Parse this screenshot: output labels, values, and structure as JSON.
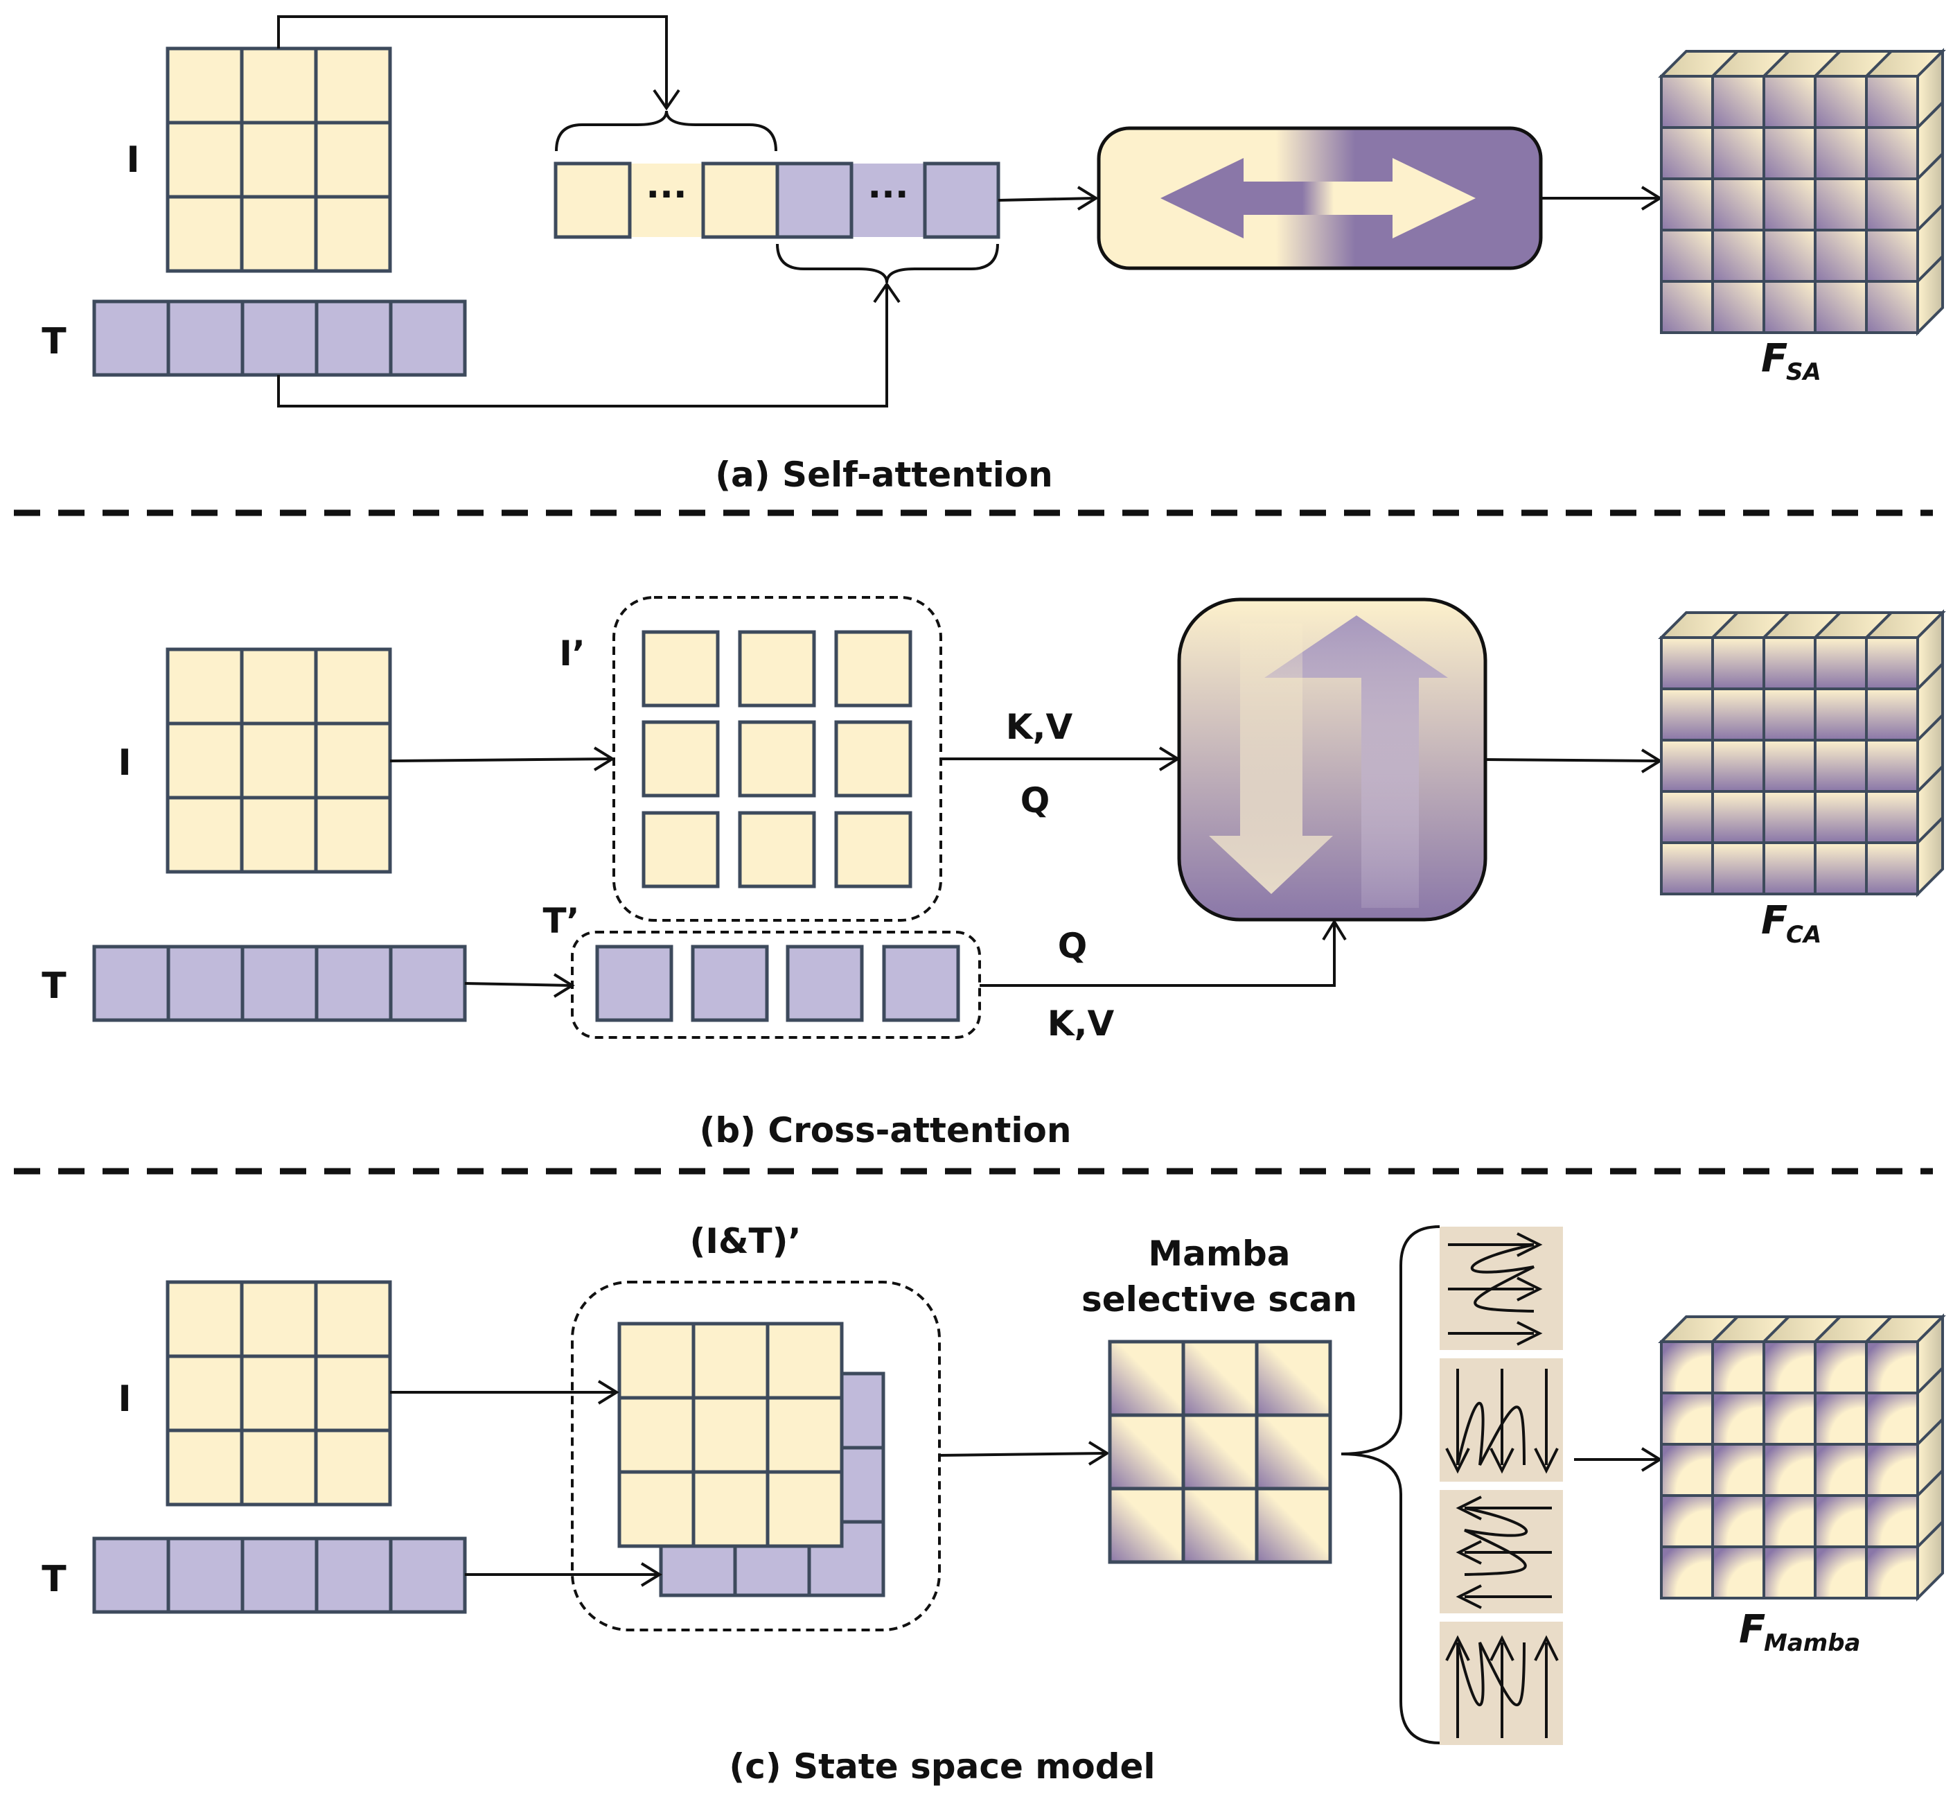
{
  "colors": {
    "image_token": "#fdf1cc",
    "text_token": "#c0bada",
    "purple": "#8a77a8",
    "grid_stroke": "#3d4a5c",
    "scan_bg": "#e9dcc8"
  },
  "panel_a": {
    "image_label": "I",
    "text_label": "T",
    "ellipsis": "···",
    "output_label": "F",
    "output_sub": "SA",
    "caption": "(a)  Self-attention"
  },
  "panel_b": {
    "image_label": "I",
    "text_label": "T",
    "image_proj_label": "I’",
    "text_proj_label": "T’",
    "top_kv": "K,V",
    "top_q": "Q",
    "bottom_q": "Q",
    "bottom_kv": "K,V",
    "output_label": "F",
    "output_sub": "CA",
    "caption": "(b)  Cross-attention"
  },
  "panel_c": {
    "image_label": "I",
    "text_label": "T",
    "fused_label": "(I&T)’",
    "mamba_line1": "Mamba",
    "mamba_line2": "selective scan",
    "output_label": "F",
    "output_sub": "Mamba",
    "caption": "(c)  State space model",
    "scan_directions": [
      "right",
      "down",
      "left",
      "up"
    ]
  }
}
